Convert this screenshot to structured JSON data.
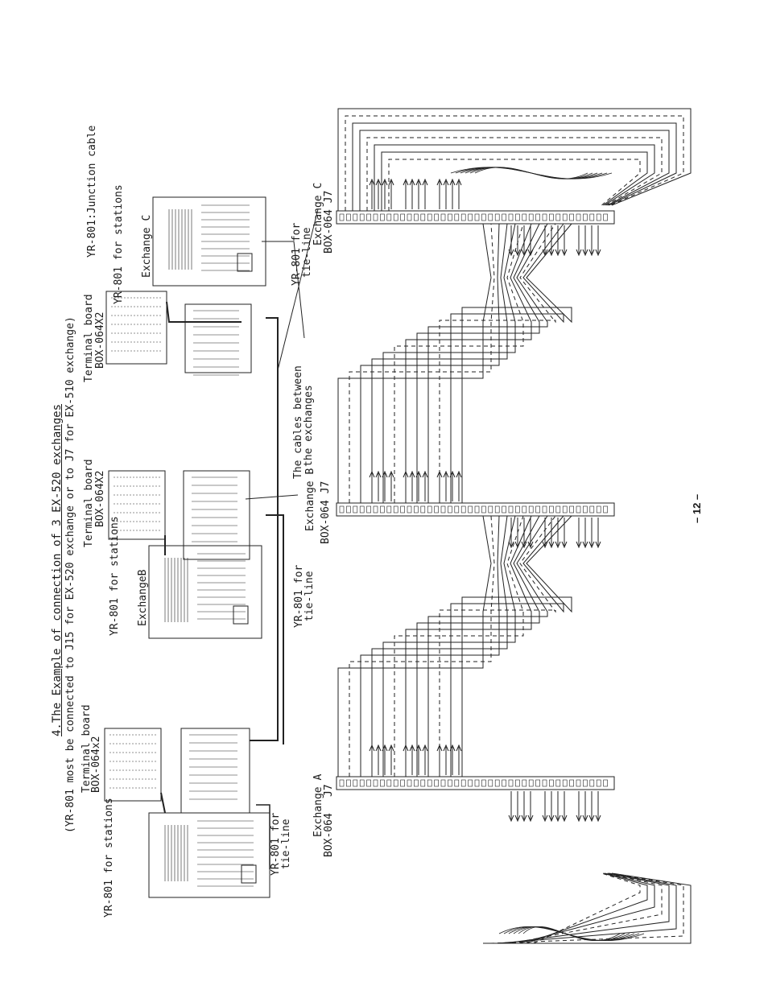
{
  "title": "4.The Example of connection of 3 EX-520 exchanges",
  "subtitle": "(YR-801 most be connected to J15 for EX-520 exchange or to J7 for EX-510 exchange)",
  "labels": {
    "yr801_stations": "YR-801 for stations",
    "yr801_tieline": "YR-801 for tie-line",
    "yr801_junction": "YR-801:Junction cable",
    "terminal_board": "Terminal board",
    "box064x2": "BOX-064X2",
    "box064x2_lower": "BOX-064x2",
    "exchange_a": "Exchange A",
    "exchange_b": "Exchange B",
    "exchange_b_cab": "ExchangeB",
    "exchange_c": "Exchange C",
    "box064_j7": "BOX-064 J7",
    "box064": "BOX-064",
    "j7": "J7",
    "cables_between_1": "The cables between",
    "cables_between_2": "the exchanges"
  },
  "page_number": "– 12 –"
}
